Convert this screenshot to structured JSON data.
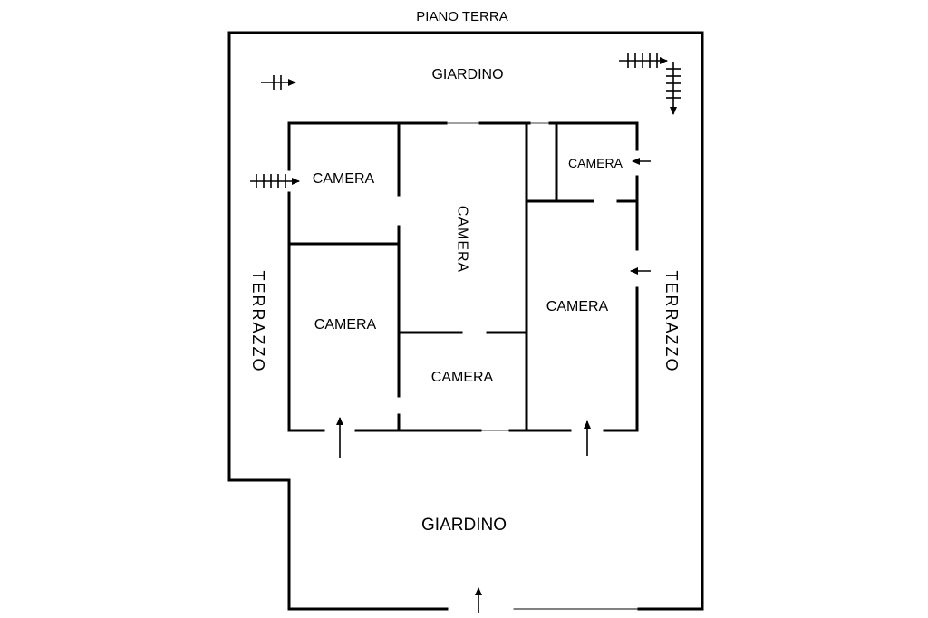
{
  "title": "PIANO TERRA",
  "areas": {
    "garden_top": "GIARDINO",
    "garden_bottom": "GIARDINO",
    "terrace_left": "TERRAZZO",
    "terrace_right": "TERRAZZO"
  },
  "rooms": {
    "room_top_left": "CAMERA",
    "room_center_vertical": "CAMERA",
    "room_small_top_right": "CAMERA",
    "room_left": "CAMERA",
    "room_right": "CAMERA",
    "room_center_bottom": "CAMERA"
  },
  "colors": {
    "line": "#000000",
    "background": "#ffffff"
  },
  "icons": [
    "stair-arrow-icon",
    "entry-arrow-icon"
  ]
}
